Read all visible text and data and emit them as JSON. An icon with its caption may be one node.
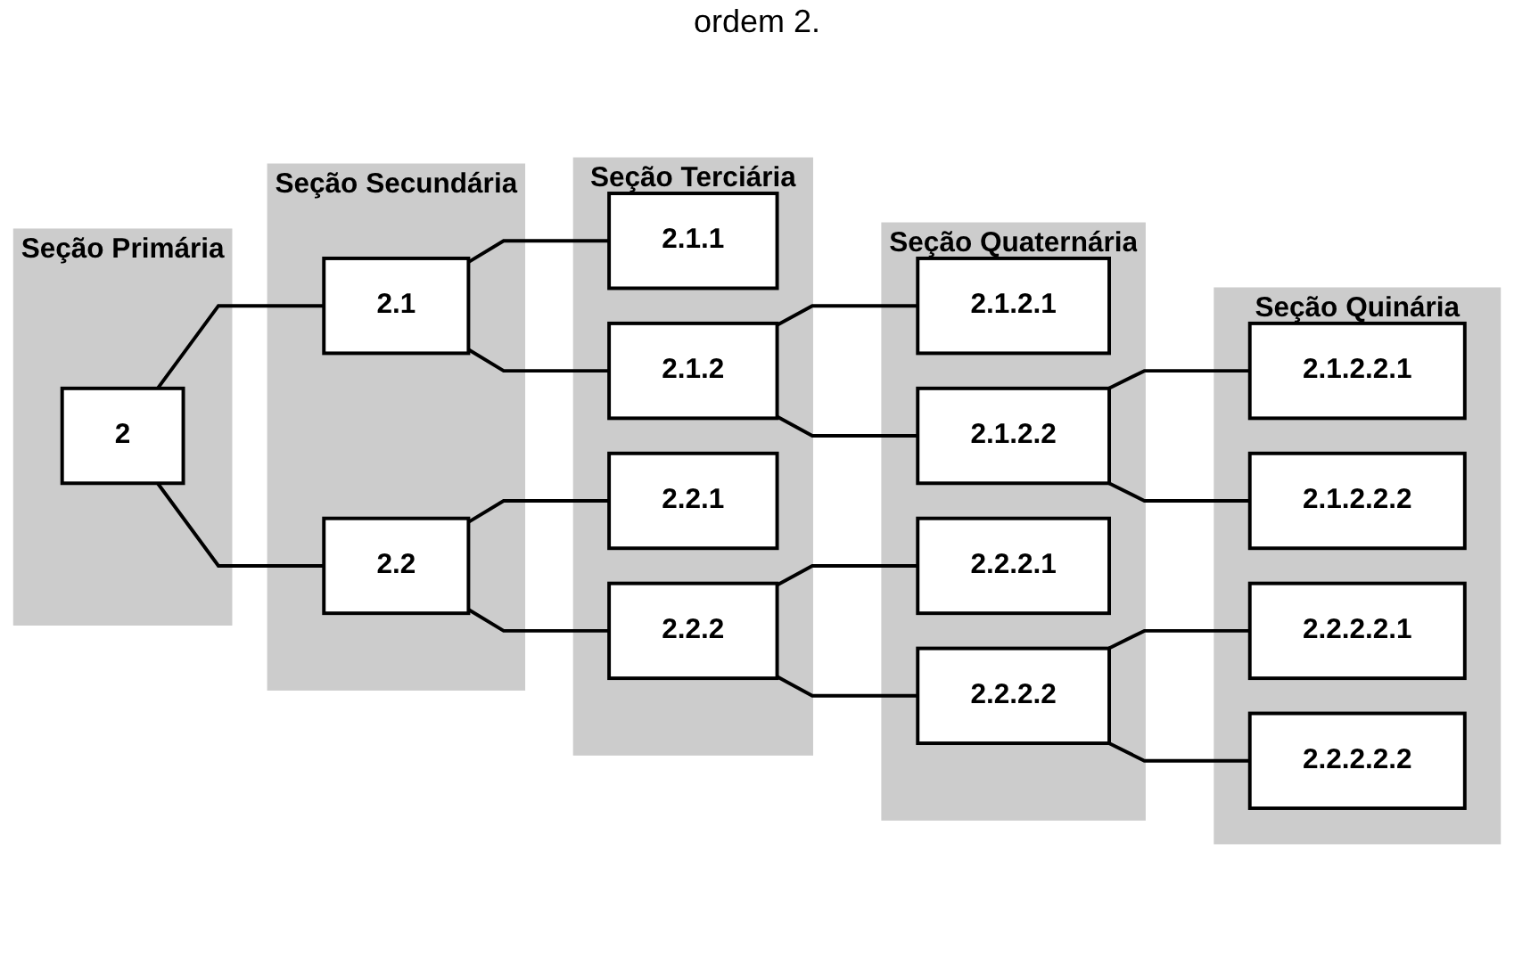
{
  "diagram": {
    "title": "ordem 2.",
    "nodes": [
      {
        "text": [
          "Seção Primária"
        ]
      },
      {
        "text": [
          "2"
        ],
        "in": 0
      },
      {
        "text": [
          "Seção Secundária"
        ]
      },
      {
        "text": [
          "2.1"
        ],
        "in": 2
      },
      {
        "text": [
          "2.2"
        ],
        "in": 2
      },
      {
        "text": [
          "Seção Terciária"
        ]
      },
      {
        "text": [
          "2.1.1"
        ],
        "in": 5
      },
      {
        "text": [
          "2.1.2"
        ],
        "in": 5
      },
      {
        "text": [
          "2.2.1"
        ],
        "in": 5
      },
      {
        "text": [
          "2.2.2"
        ],
        "in": 5
      },
      {
        "text": [
          "Seção Quaternária"
        ]
      },
      {
        "text": [
          "2.1.2.1"
        ],
        "in": 10
      },
      {
        "text": [
          "2.1.2.2"
        ],
        "in": 10
      },
      {
        "text": [
          "2.2.2.1"
        ],
        "in": 10
      },
      {
        "text": [
          "2.2.2.2"
        ],
        "in": 10
      },
      {
        "text": [
          "Seção Quinária"
        ]
      },
      {
        "text": [
          "2.1.2.2.1"
        ],
        "in": 15
      },
      {
        "text": [
          "2.1.2.2.2"
        ],
        "in": 15
      },
      {
        "text": [
          "2.2.2.2.1"
        ],
        "in": 15
      },
      {
        "text": [
          "2.2.2.2.2"
        ],
        "in": 15
      }
    ],
    "edges": [
      {
        "from": 1,
        "to": 3,
        "arrow": "none"
      },
      {
        "from": 1,
        "to": 4,
        "arrow": "none"
      },
      {
        "from": 3,
        "to": 6,
        "arrow": "none"
      },
      {
        "from": 3,
        "to": 7,
        "arrow": "none"
      },
      {
        "from": 7,
        "to": 11,
        "arrow": "none"
      },
      {
        "from": 7,
        "to": 12,
        "arrow": "none"
      },
      {
        "from": 12,
        "to": 16,
        "arrow": "none"
      },
      {
        "from": 12,
        "to": 17,
        "arrow": "none"
      },
      {
        "from": 4,
        "to": 8,
        "arrow": "none"
      },
      {
        "from": 4,
        "to": 9,
        "arrow": "none"
      },
      {
        "from": 9,
        "to": 13,
        "arrow": "none"
      },
      {
        "from": 9,
        "to": 14,
        "arrow": "none"
      },
      {
        "from": 14,
        "to": 18,
        "arrow": "none"
      },
      {
        "from": 14,
        "to": 19,
        "arrow": "none"
      }
    ]
  }
}
